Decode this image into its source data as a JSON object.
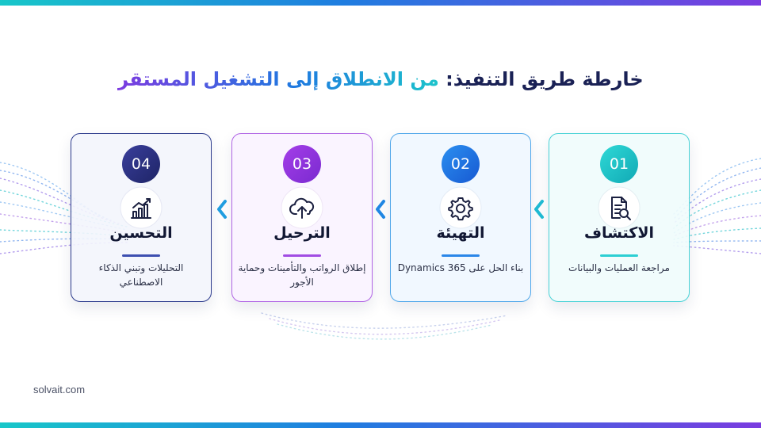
{
  "title": {
    "main": "خارطة طريق التنفيذ: ",
    "highlight": "من الانطلاق إلى التشغيل المستقر"
  },
  "steps": [
    {
      "number": "01",
      "title": "الاكتشاف",
      "description": "مراجعة العمليات والبيانات",
      "icon": "document-search-icon",
      "color": "#18c2c6"
    },
    {
      "number": "02",
      "title": "التهيئة",
      "description": "بناء الحل على Dynamics 365",
      "icon": "gear-icon",
      "color": "#1f6fe0"
    },
    {
      "number": "03",
      "title": "الترحيل",
      "description": "إطلاق الرواتب والتأمينات وحماية الأجور",
      "icon": "cloud-upload-icon",
      "color": "#8a35de"
    },
    {
      "number": "04",
      "title": "التحسين",
      "description": "التحليلات وتبني الذكاء الاصطناعي",
      "icon": "bar-chart-growth-icon",
      "color": "#262c7a"
    }
  ],
  "footer": {
    "website": "solvait.com"
  }
}
